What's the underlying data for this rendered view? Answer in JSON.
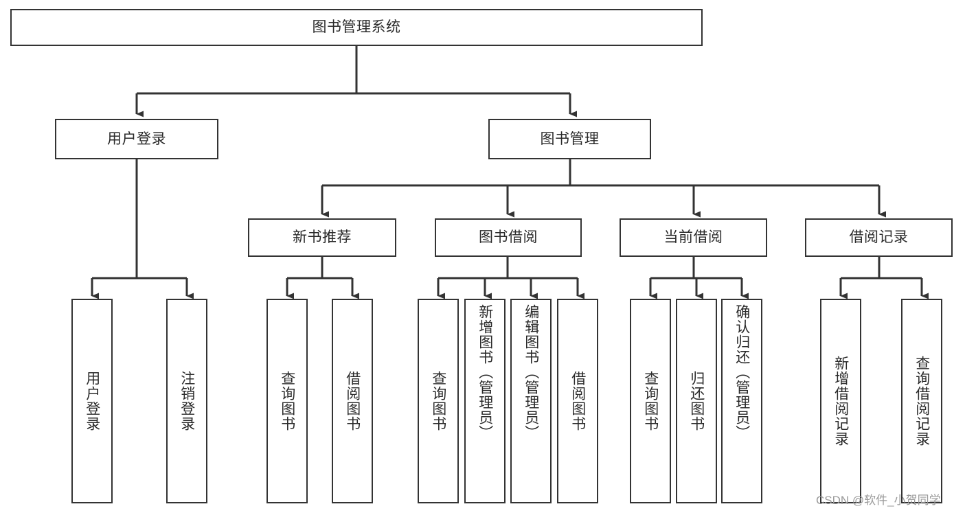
{
  "diagram": {
    "title": "图书管理系统",
    "type": "tree-hierarchy-diagram",
    "watermark": "CSDN @软件_小贺同学",
    "colors": {
      "box_border": "#333333",
      "box_fill": "#ffffff",
      "connector": "#333333",
      "text": "#2a2a2a",
      "watermark": "#9a9a9a",
      "background": "#ffffff"
    },
    "root": {
      "label": "图书管理系统",
      "level": 0
    },
    "level1": [
      {
        "label": "用户登录"
      },
      {
        "label": "图书管理"
      }
    ],
    "level2": [
      {
        "label": "新书推荐"
      },
      {
        "label": "图书借阅"
      },
      {
        "label": "当前借阅"
      },
      {
        "label": "借阅记录"
      }
    ],
    "leaves": {
      "user_login": [
        {
          "label": "用户登录"
        },
        {
          "label": "注销登录"
        }
      ],
      "new_book_recommend": [
        {
          "label": "查询图书"
        },
        {
          "label": "借阅图书"
        }
      ],
      "book_borrow": [
        {
          "label": "查询图书"
        },
        {
          "label": "新增图书（管理员）"
        },
        {
          "label": "编辑图书（管理员）"
        },
        {
          "label": "借阅图书"
        }
      ],
      "current_borrow": [
        {
          "label": "查询图书"
        },
        {
          "label": "归还图书"
        },
        {
          "label": "确认归还（管理员）"
        }
      ],
      "borrow_record": [
        {
          "label": "新增借阅记录"
        },
        {
          "label": "查询借阅记录"
        }
      ]
    }
  }
}
